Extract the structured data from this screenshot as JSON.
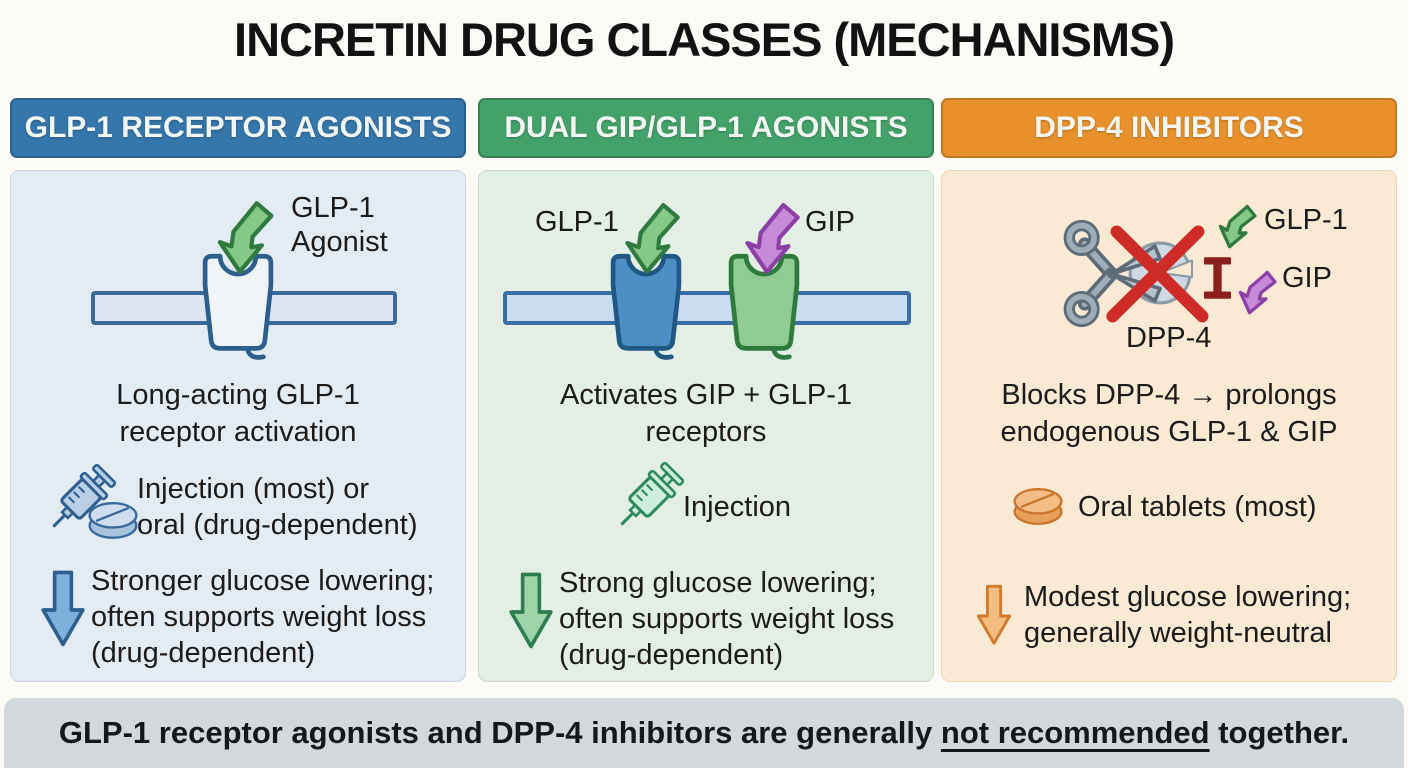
{
  "title": "INCRETIN DRUG CLASSES (MECHANISMS)",
  "colors": {
    "glp1_header": "#3576ab",
    "dual_header": "#43a269",
    "dpp4_header": "#e8912c",
    "glp1_panel": "#e4ecf3",
    "dual_panel": "#e3efe4",
    "dpp4_panel": "#fae9d3",
    "footer_band": "#d3d8dd",
    "glp1_accent_blue": "#2d5f8e",
    "dual_accent_green": "#2e7d52",
    "dpp4_accent_orange": "#cf7c2e",
    "ligand_green": "#85c888",
    "ligand_purple": "#c58bd8",
    "red_x": "#cf2b27",
    "inhibitor_maroon": "#8e1f1f"
  },
  "icons": [
    "glp1-receptor-icon",
    "cell-membrane",
    "ligand-arrow-icon",
    "syringe-icon",
    "pill-icon",
    "down-arrow-icon",
    "dpp4-scissors-icon",
    "red-x-icon",
    "inhibitor-block-icon"
  ],
  "columns": [
    {
      "header": "GLP-1 RECEPTOR AGONISTS",
      "diagram": {
        "ligand_label": "GLP-1\nAgonist"
      },
      "mechanism": "Long-acting GLP-1\nreceptor activation",
      "route": "Injection (most) or\noral (drug-dependent)",
      "effect": "Stronger glucose lowering;\noften supports weight loss\n(drug-dependent)"
    },
    {
      "header": "DUAL GIP/GLP-1 AGONISTS",
      "diagram": {
        "left_ligand_label": "GLP-1",
        "right_ligand_label": "GIP"
      },
      "mechanism": "Activates GIP + GLP-1\nreceptors",
      "route": "Injection",
      "effect": "Strong glucose lowering;\noften supports weight loss\n(drug-dependent)"
    },
    {
      "header": "DPP-4 INHIBITORS",
      "diagram": {
        "glp1_label": "GLP-1",
        "gip_label": "GIP",
        "enzyme_label": "DPP-4"
      },
      "mechanism": "Blocks DPP-4 → prolongs\nendogenous GLP-1 & GIP",
      "route": "Oral tablets (most)",
      "effect": "Modest glucose lowering;\ngenerally weight-neutral"
    }
  ],
  "footer": {
    "prefix": "GLP-1 receptor agonists and DPP-4 inhibitors are generally ",
    "underlined": "not recommended",
    "suffix": " together."
  }
}
